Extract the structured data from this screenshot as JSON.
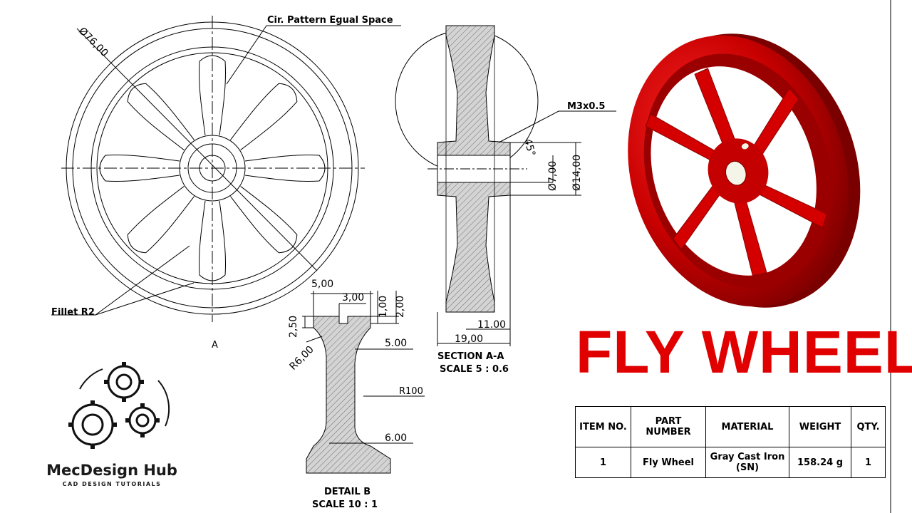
{
  "title": "FLY WHEEL",
  "accent_color": "#e10000",
  "brand": {
    "name": "MecDesign Hub",
    "tagline": "CAD DESIGN TUTORIALS",
    "icon": "gears-logo"
  },
  "front_view": {
    "diameter_label": "Ø76,00",
    "pattern_note": "Cir. Pattern Egual Space",
    "fillet_note": "Fillet R2",
    "section_marker": "A"
  },
  "section_view": {
    "thread_note": "M3x0.5",
    "chamfer_angle": "45°",
    "bore_diameter": "Ø7,00",
    "hub_diameter": "Ø14,00",
    "hub_width": "11.00",
    "overall_width": "19,00",
    "caption": "SECTION A-A",
    "scale": "SCALE 5 : 0.6"
  },
  "detail_view": {
    "dim_top_width": "5,00",
    "dim_groove_width": "3,00",
    "dim_groove_depth": "1,00",
    "dim_rim_offset": "2,00",
    "dim_step": "2,50",
    "radius": "R6,00",
    "dim_neck_upper": "5.00",
    "radius_large": "R100",
    "dim_neck_lower": "6.00",
    "caption": "DETAIL B",
    "scale": "SCALE 10 : 1"
  },
  "bom": {
    "headers": [
      "ITEM NO.",
      "PART NUMBER",
      "MATERIAL",
      "WEIGHT",
      "QTY."
    ],
    "rows": [
      {
        "item": "1",
        "part": "Fly Wheel",
        "material": "Gray Cast Iron (SN)",
        "weight": "158.24 g",
        "qty": "1"
      }
    ]
  }
}
